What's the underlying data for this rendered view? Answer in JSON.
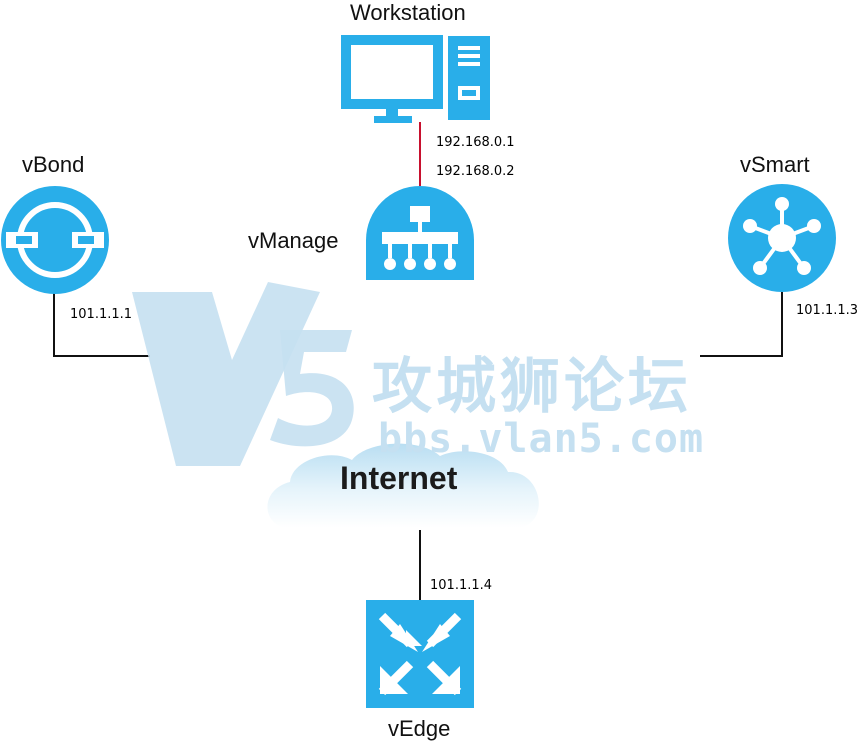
{
  "nodes": {
    "workstation": {
      "label": "Workstation"
    },
    "vbond": {
      "label": "vBond",
      "ip": "101.1.1.1"
    },
    "vmanage": {
      "label": "vManage",
      "ip_workstation_side": "192.168.0.1",
      "ip": "192.168.0.2"
    },
    "vsmart": {
      "label": "vSmart",
      "ip": "101.1.1.3"
    },
    "vedge": {
      "label": "vEdge",
      "ip": "101.1.1.4"
    },
    "internet": {
      "label": "Internet"
    }
  },
  "watermark": {
    "logo_letters": "V5",
    "title": "攻城狮论坛",
    "url": "bbs.vlan5.com"
  },
  "colors": {
    "icon_blue": "#29aee9",
    "mgmt_link": "#c8102e",
    "wan_link": "#111111",
    "watermark": "#c5e0f1"
  },
  "icons": {
    "workstation": "desktop-monitor-and-tower-icon",
    "vbond": "orchestrator-circle-icon",
    "vmanage": "hierarchy-management-icon",
    "vsmart": "hub-and-spoke-controller-icon",
    "vedge": "router-arrows-icon"
  }
}
